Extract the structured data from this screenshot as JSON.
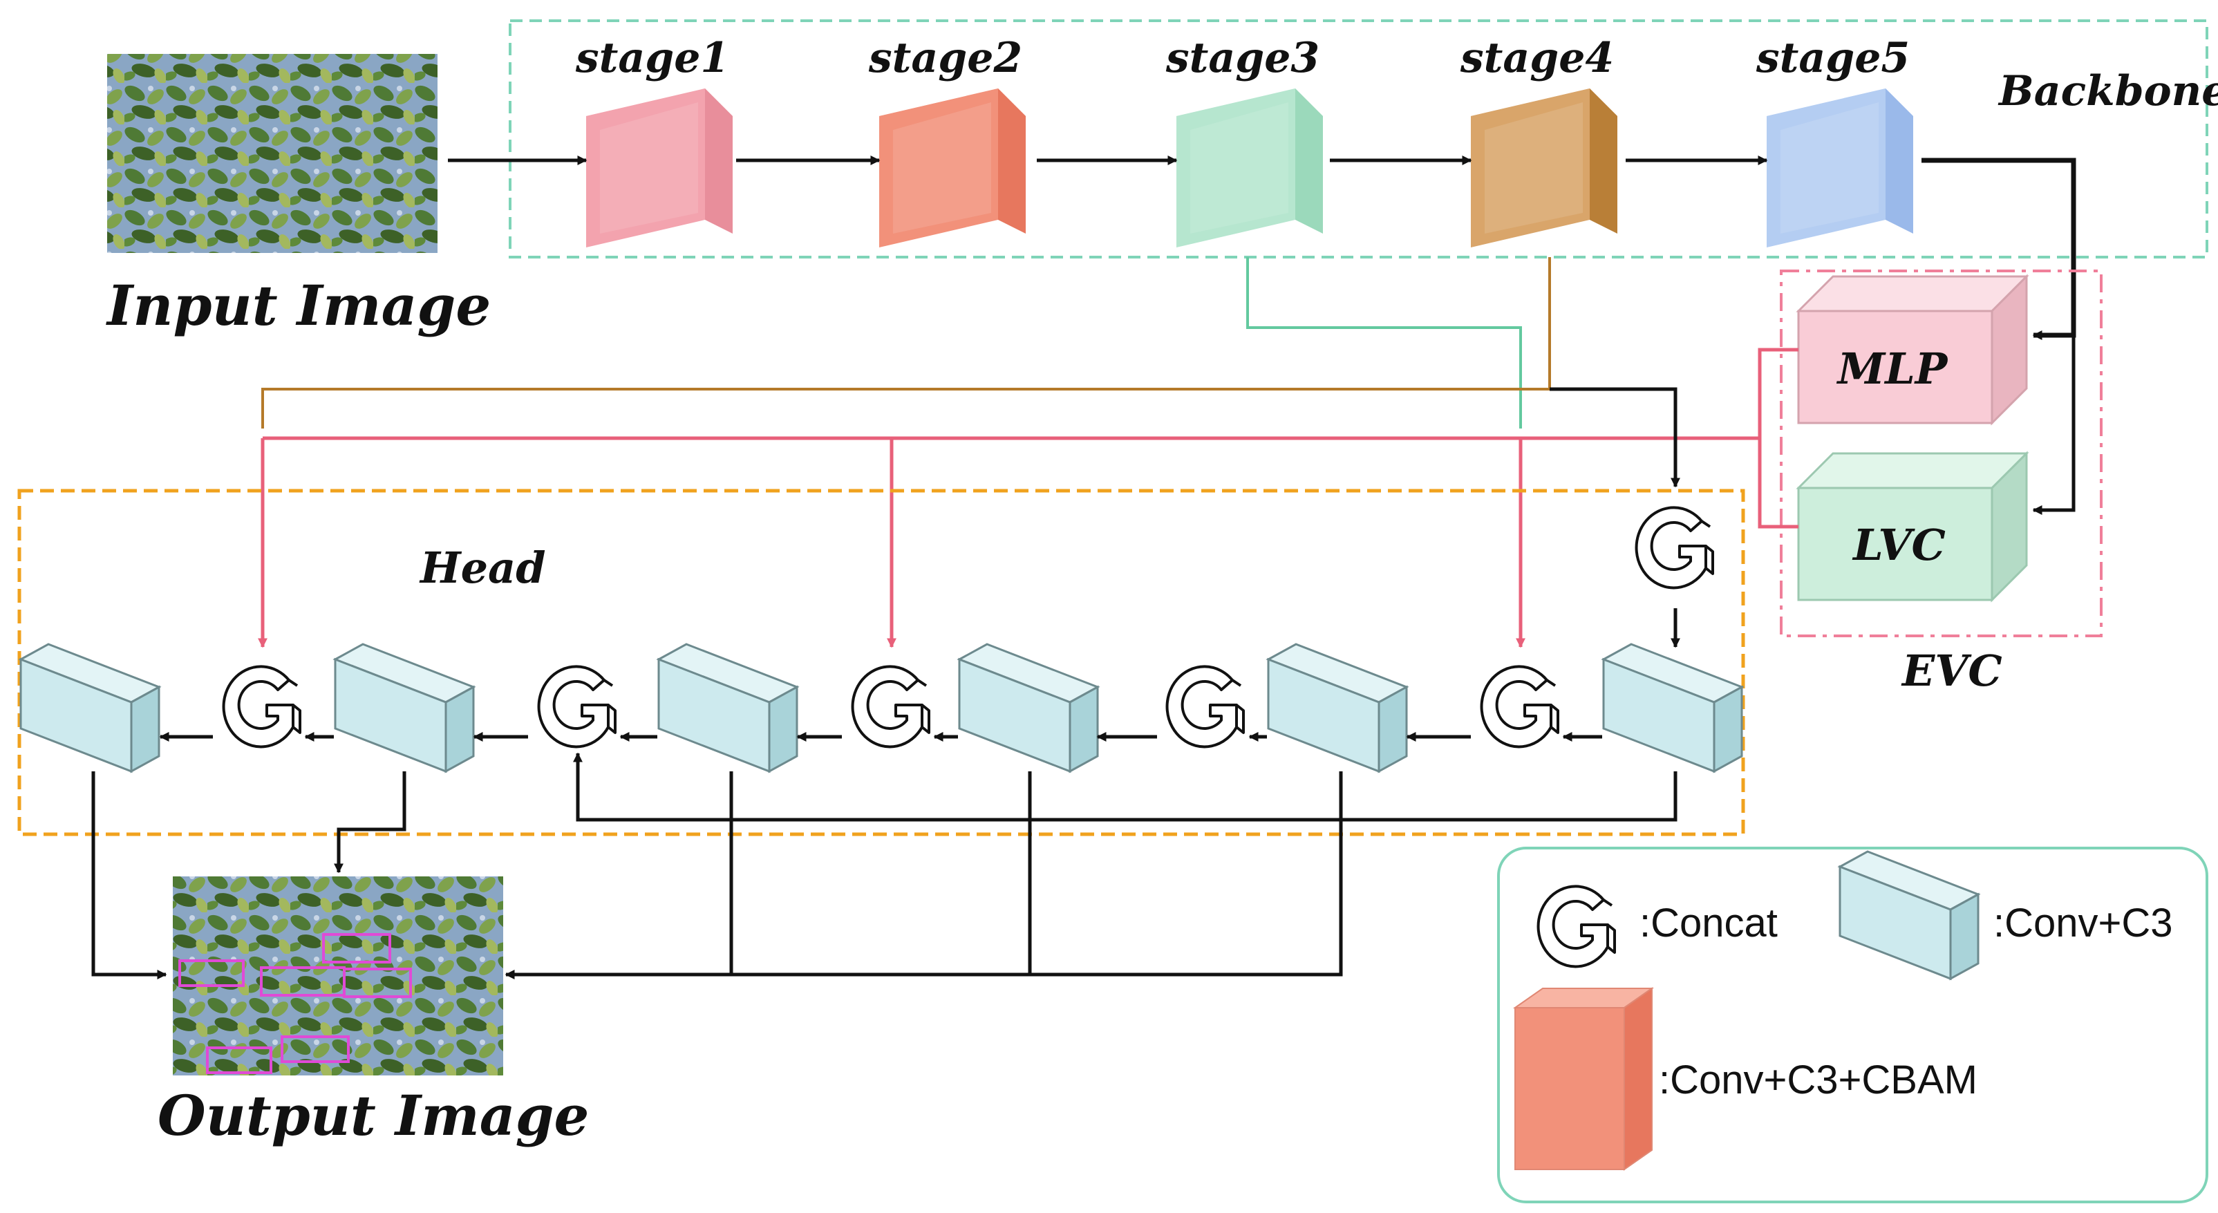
{
  "labels": {
    "input_image": "Input Image",
    "output_image": "Output Image",
    "backbone": "Backbone",
    "head": "Head",
    "evc": "EVC",
    "mlp": "MLP",
    "lvc": "LVC"
  },
  "stages": [
    {
      "label": "stage1",
      "color": "#f3a3ae",
      "shade": "#e88e9b"
    },
    {
      "label": "stage2",
      "color": "#f2917a",
      "shade": "#e7775e"
    },
    {
      "label": "stage3",
      "color": "#b6e6cf",
      "shade": "#9bd9bb"
    },
    {
      "label": "stage4",
      "color": "#d9a56a",
      "shade": "#b97f37"
    },
    {
      "label": "stage5",
      "color": "#b4cdf2",
      "shade": "#9ab9ea"
    }
  ],
  "legend": {
    "concat": ":Concat",
    "conv_c3": ":Conv+C3",
    "conv_c3_cbam": ":Conv+C3+CBAM"
  },
  "colors": {
    "backbone_border": "#7fd4b8",
    "head_border": "#f0a21e",
    "evc_border": "#f07f9a",
    "legend_border": "#7fd4b8",
    "line_black": "#111111",
    "line_pink": "#e8607a",
    "line_green": "#63c99f",
    "line_brown": "#b57a2a",
    "conv_block": "#cdeaee",
    "mlp_block": "#f9ccd6",
    "lvc_block": "#cdeedc"
  },
  "icons": [
    "concat-icon",
    "conv-c3-block-icon",
    "cbam-block-icon",
    "arrow-icon"
  ]
}
